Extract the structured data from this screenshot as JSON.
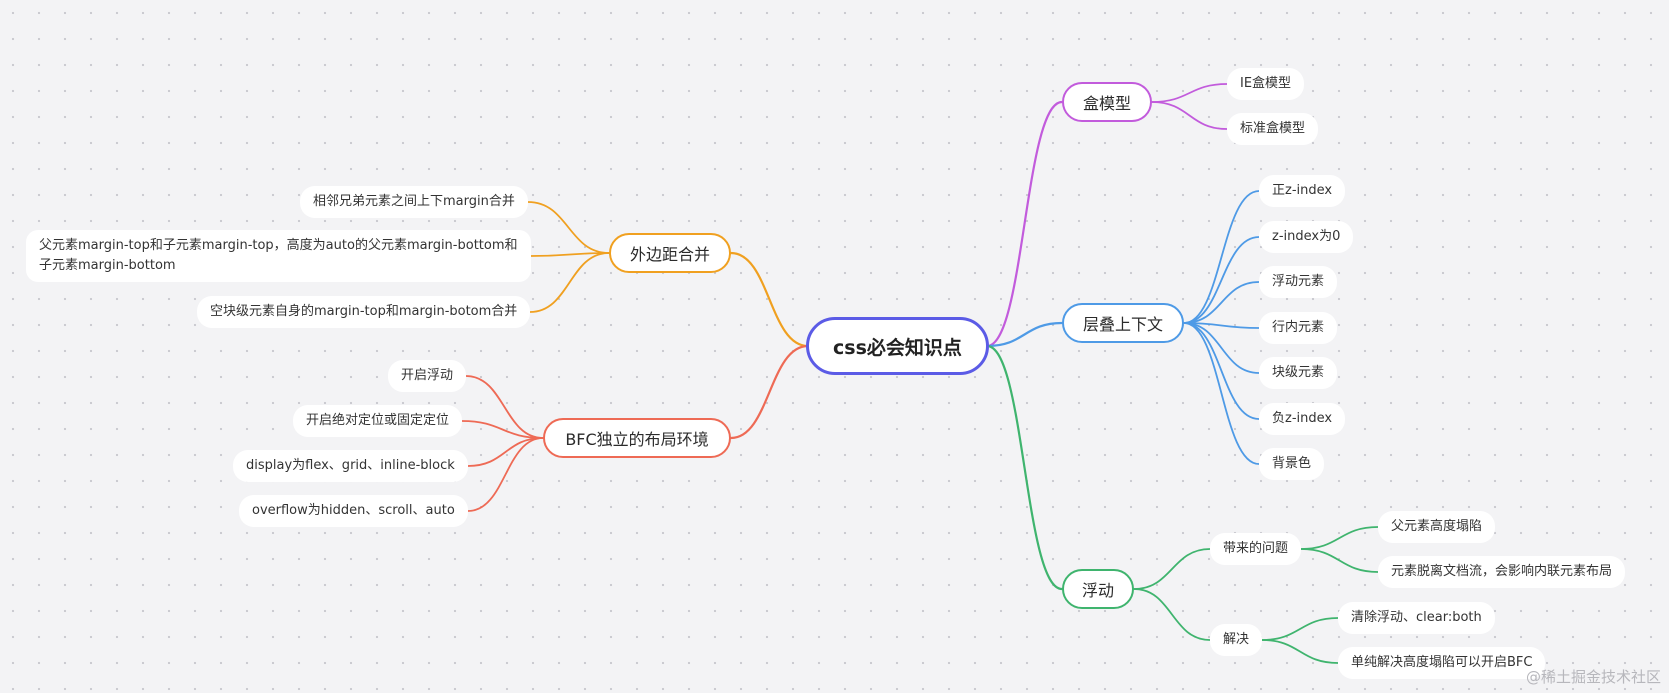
{
  "root": {
    "label": "css必会知识点",
    "color": "#5b5be6"
  },
  "branches": [
    {
      "id": "box",
      "label": "盒模型",
      "color": "#c25bdc",
      "children": [
        "IE盒模型",
        "标准盒模型"
      ]
    },
    {
      "id": "stack",
      "label": "层叠上下文",
      "color": "#4e9ae6",
      "children": [
        "正z-index",
        "z-index为0",
        "浮动元素",
        "行内元素",
        "块级元素",
        "负z-index",
        "背景色"
      ]
    },
    {
      "id": "float",
      "label": "浮动",
      "color": "#3fb46e",
      "groups": [
        {
          "label": "带来的问题",
          "children": [
            "父元素高度塌陷",
            "元素脱离文档流，会影响内联元素布局"
          ]
        },
        {
          "label": "解决",
          "children": [
            "清除浮动、clear:both",
            "单纯解决高度塌陷可以开启BFC"
          ]
        }
      ]
    },
    {
      "id": "margin",
      "label": "外边距合并",
      "color": "#f0a020",
      "children": [
        "相邻兄弟元素之间上下margin合并",
        "父元素margin-top和子元素margin-top，高度为auto的父元素margin-bottom和子元素margin-bottom",
        "空块级元素自身的margin-top和margin-botom合并"
      ]
    },
    {
      "id": "bfc",
      "label": "BFC独立的布局环境",
      "color": "#ee6a55",
      "children": [
        "开启浮动",
        "开启绝对定位或固定定位",
        "display为flex、grid、inline-block",
        "overflow为hidden、scroll、auto"
      ]
    }
  ],
  "watermark": "@稀土掘金技术社区"
}
